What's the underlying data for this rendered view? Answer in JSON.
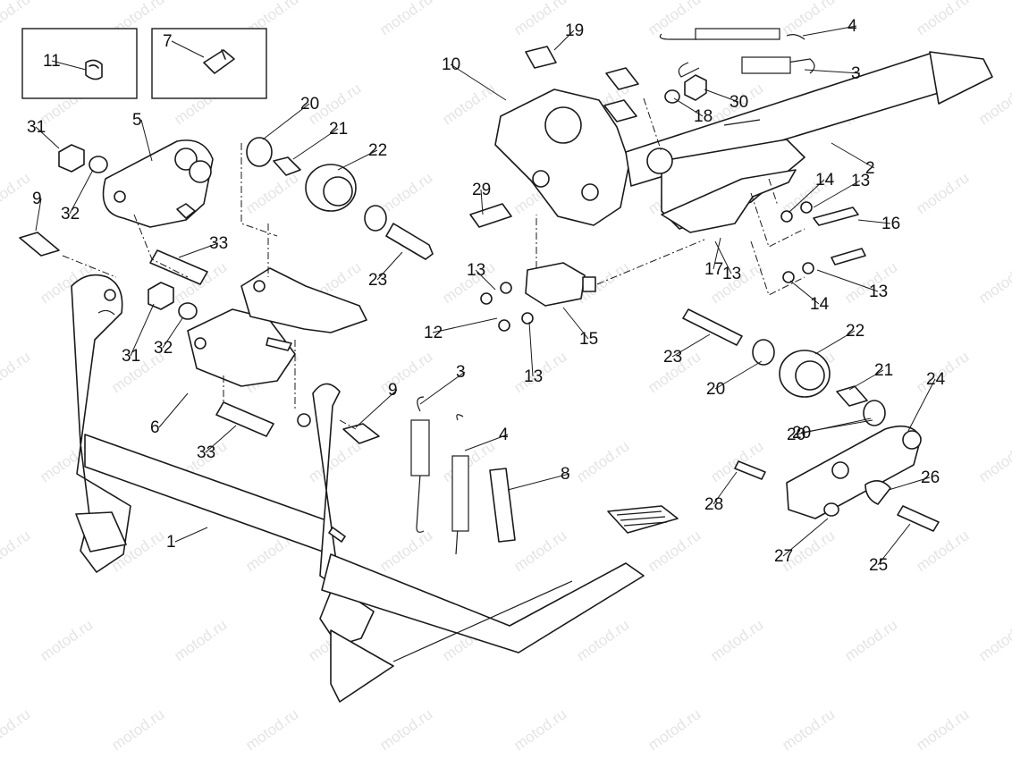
{
  "watermark": {
    "text": "motod.ru",
    "color": "#cfcfcf"
  },
  "line_color": "#1a1a1a",
  "callouts": [
    "1",
    "2",
    "3",
    "3",
    "4",
    "4",
    "5",
    "6",
    "7",
    "8",
    "9",
    "9",
    "10",
    "11",
    "12",
    "13",
    "13",
    "13",
    "13",
    "13",
    "14",
    "14",
    "15",
    "16",
    "17",
    "18",
    "19",
    "20",
    "20",
    "20",
    "20",
    "21",
    "21",
    "22",
    "22",
    "23",
    "23",
    "24",
    "25",
    "26",
    "27",
    "28",
    "29",
    "30",
    "31",
    "31",
    "32",
    "32",
    "33",
    "33"
  ]
}
